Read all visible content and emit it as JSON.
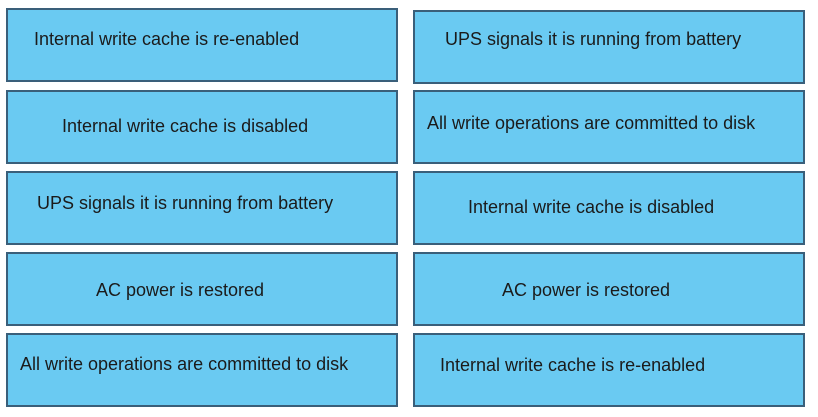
{
  "left_column": {
    "items": [
      {
        "label": "Internal write cache is re-enabled"
      },
      {
        "label": "Internal write cache is disabled"
      },
      {
        "label": "UPS signals it is running from battery"
      },
      {
        "label": "AC power is restored"
      },
      {
        "label": "All write operations are committed to disk"
      }
    ]
  },
  "right_column": {
    "items": [
      {
        "label": "UPS signals it is running from battery"
      },
      {
        "label": "All write operations are committed to disk"
      },
      {
        "label": "Internal write cache is disabled"
      },
      {
        "label": "AC power is restored"
      },
      {
        "label": "Internal write cache is re-enabled"
      }
    ]
  }
}
